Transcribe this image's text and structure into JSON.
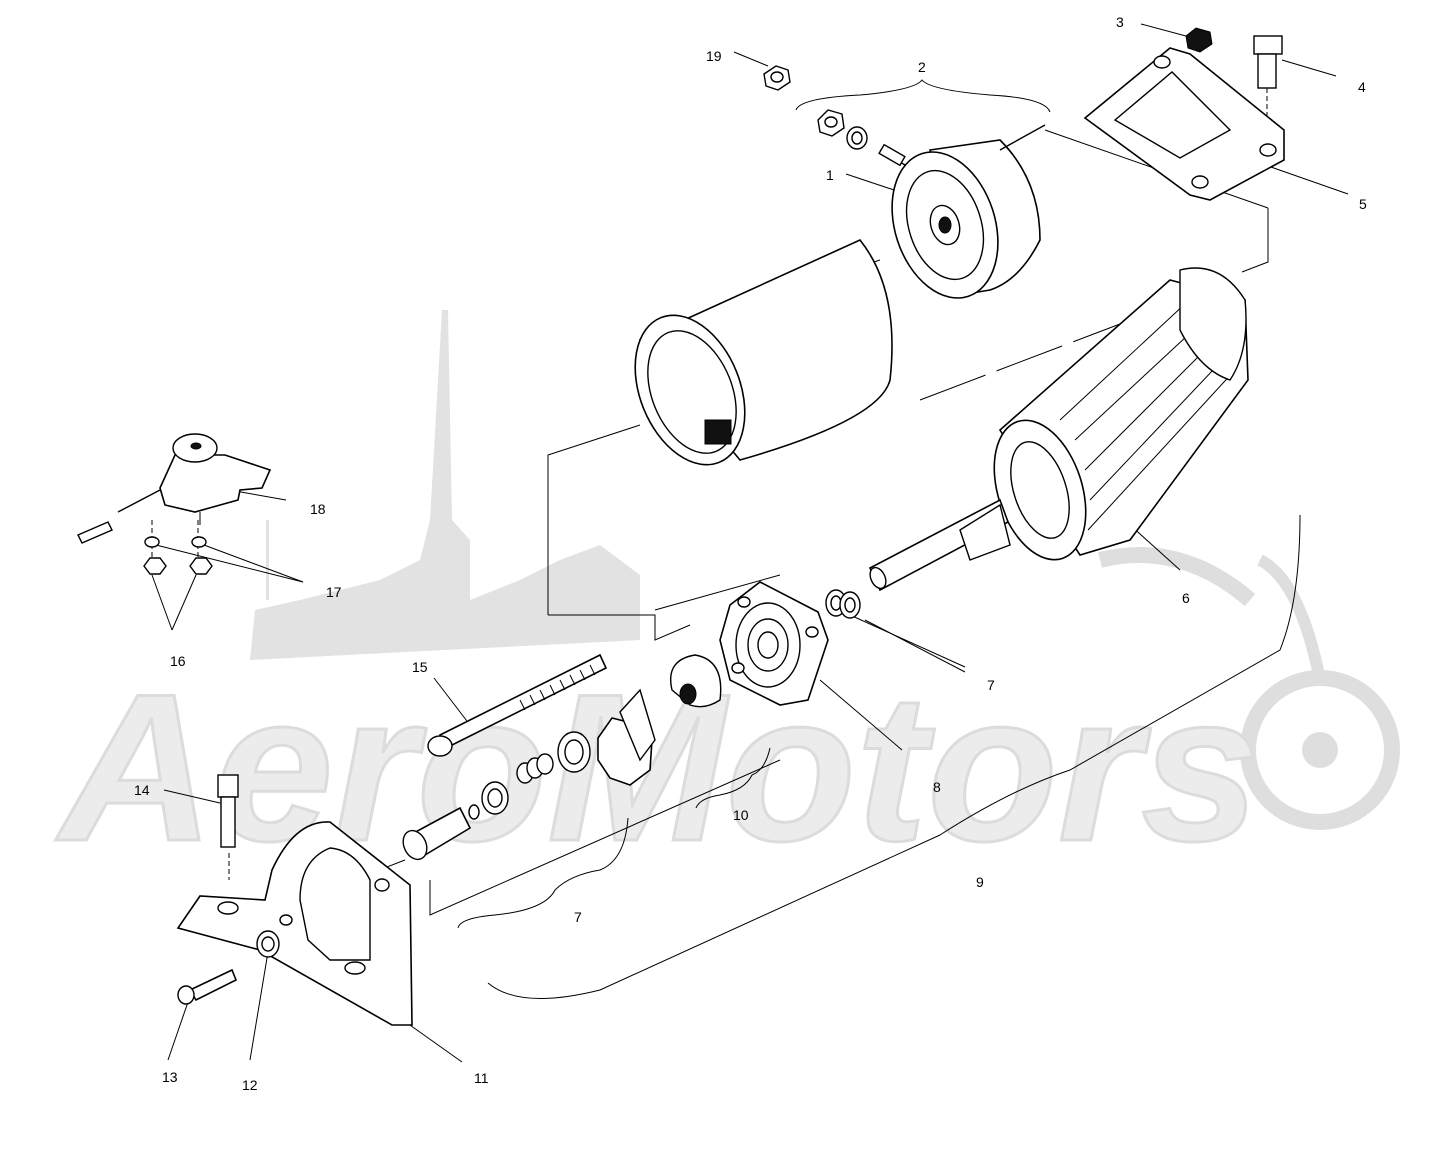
{
  "callouts": {
    "c1": "1",
    "c2": "2",
    "c3": "3",
    "c4": "4",
    "c5": "5",
    "c6": "6",
    "c7a": "7",
    "c7b": "7",
    "c8": "8",
    "c9": "9",
    "c10": "10",
    "c11": "11",
    "c12": "12",
    "c13": "13",
    "c14": "14",
    "c15": "15",
    "c16": "16",
    "c17": "17",
    "c18": "18",
    "c19": "19"
  },
  "watermark": {
    "text": "AeroMotors"
  }
}
